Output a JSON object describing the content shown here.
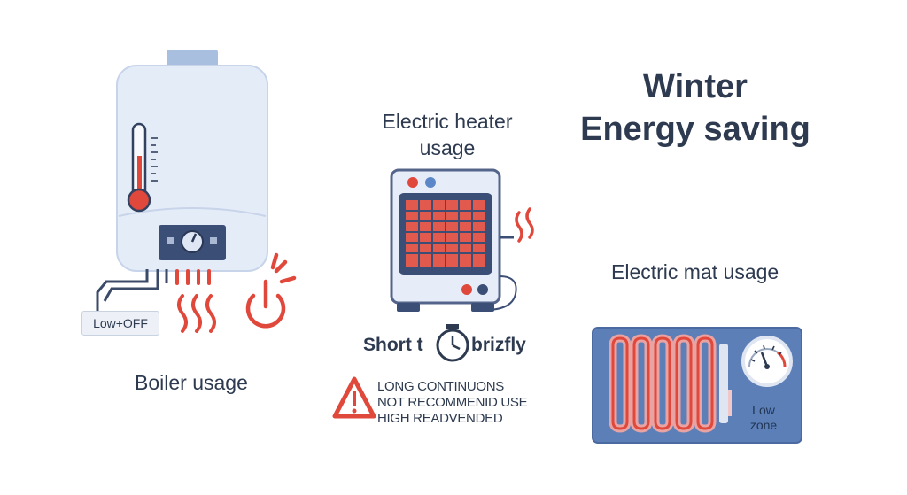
{
  "title": {
    "line1": "Winter",
    "line2": "Energy saving"
  },
  "boiler": {
    "label": "Boiler usage",
    "switch_label": "Low+OFF",
    "icons": [
      "boiler-icon",
      "thermometer-icon",
      "dial-icon",
      "heat-waves-icon",
      "power-icon"
    ]
  },
  "heater": {
    "label_line1": "Electric heater",
    "label_line2": "usage",
    "tip_left": "Short t",
    "tip_right": "brizfly",
    "warning": {
      "line1": "LONG CONTINUONS",
      "line2": "NOT RECOMMENID USE",
      "line3": "HIGH READVENDED"
    },
    "icons": [
      "space-heater-icon",
      "timer-icon",
      "warning-icon",
      "heat-waves-icon"
    ]
  },
  "mat": {
    "label": "Electric mat usage",
    "zone_line1": "Low",
    "zone_line2": "zone",
    "icons": [
      "heating-mat-icon",
      "gauge-icon"
    ]
  },
  "colors": {
    "heat_red": "#e0483b",
    "boiler_blue": "#dfe8f6",
    "navy": "#2d3a4f",
    "mat_blue": "#5d7fb8"
  }
}
